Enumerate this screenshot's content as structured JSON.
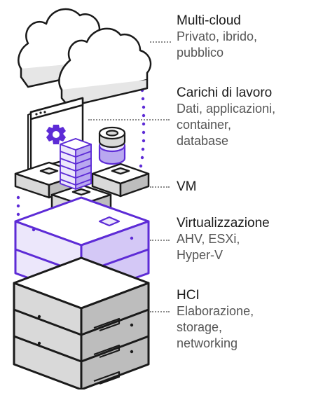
{
  "layers": [
    {
      "id": "multicloud",
      "title": "Multi-cloud",
      "description": [
        "Privato, ibrido,",
        "pubblico"
      ]
    },
    {
      "id": "workloads",
      "title": "Carichi di lavoro",
      "description": [
        "Dati, applicazioni,",
        "container,",
        "database"
      ]
    },
    {
      "id": "vm",
      "title": "VM",
      "description": []
    },
    {
      "id": "virtualization",
      "title": "Virtualizzazione",
      "description": [
        "AHV, ESXi,",
        "Hyper-V"
      ]
    },
    {
      "id": "hci",
      "title": "HCI",
      "description": [
        "Elaborazione,",
        "storage,",
        "networking"
      ]
    }
  ],
  "colors": {
    "accent": "#5d2bd6",
    "accent_light": "#ece7fb",
    "accent_mid": "#b9a8f0",
    "outline": "#1a1a1a",
    "server_gray": "#d9d9d9",
    "server_dark": "#bdbdbd",
    "dots": "#5d2bd6",
    "leader": "#8a8a8a"
  }
}
